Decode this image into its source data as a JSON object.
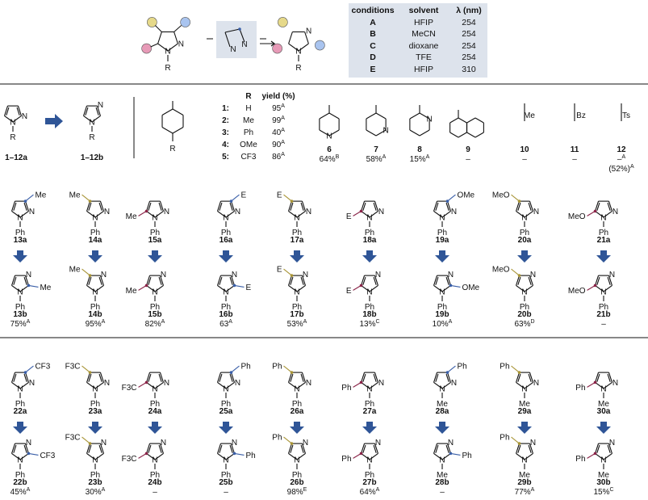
{
  "conditions": {
    "headers": [
      "conditions",
      "solvent",
      "λ (nm)"
    ],
    "rows": [
      [
        "A",
        "HFIP",
        "254"
      ],
      [
        "B",
        "MeCN",
        "254"
      ],
      [
        "C",
        "dioxane",
        "254"
      ],
      [
        "D",
        "TFE",
        "254"
      ],
      [
        "E",
        "HFIP",
        "310"
      ]
    ]
  },
  "scheme": {
    "substituent_R": "R",
    "N": "N",
    "general_start": "1–12a",
    "general_product": "1–12b"
  },
  "aryl_table": {
    "headers": [
      "R",
      "yield (%)"
    ],
    "rows": [
      {
        "num": "1:",
        "R": "H",
        "yield": "95",
        "cond": "A"
      },
      {
        "num": "2:",
        "R": "Me",
        "yield": "99",
        "cond": "A"
      },
      {
        "num": "3:",
        "R": "Ph",
        "yield": "40",
        "cond": "A"
      },
      {
        "num": "4:",
        "R": "OMe",
        "yield": "90",
        "cond": "A"
      },
      {
        "num": "5:",
        "R": "CF3",
        "yield": "86",
        "cond": "A"
      }
    ]
  },
  "hetero": [
    {
      "id": "6",
      "yield": "64%",
      "cond": "B"
    },
    {
      "id": "7",
      "yield": "58%",
      "cond": "A"
    },
    {
      "id": "8",
      "yield": "15%",
      "cond": "A"
    },
    {
      "id": "9",
      "yield": "–",
      "cond": ""
    },
    {
      "id": "10",
      "group": "Me",
      "yield": "–",
      "cond": ""
    },
    {
      "id": "11",
      "group": "Bz",
      "yield": "–",
      "cond": ""
    },
    {
      "id": "12",
      "group": "Ts",
      "yield": "–",
      "yield2": "(52%)",
      "cond": "A"
    }
  ],
  "row2": [
    {
      "a": "13a",
      "b": "13b",
      "sub": "Me",
      "pos": 3,
      "n_sub": "Ph",
      "yield": "75%",
      "cond": "A"
    },
    {
      "a": "14a",
      "b": "14b",
      "sub": "Me",
      "pos": 4,
      "n_sub": "Ph",
      "yield": "95%",
      "cond": "A"
    },
    {
      "a": "15a",
      "b": "15b",
      "sub": "Me",
      "pos": 5,
      "n_sub": "Ph",
      "yield": "82%",
      "cond": "A"
    },
    {
      "a": "16a",
      "b": "16b",
      "sub": "E",
      "pos": 3,
      "n_sub": "Ph",
      "yield": "63",
      "cond": "A"
    },
    {
      "a": "17a",
      "b": "17b",
      "sub": "E",
      "pos": 4,
      "n_sub": "Ph",
      "yield": "53%",
      "cond": "A"
    },
    {
      "a": "18a",
      "b": "18b",
      "sub": "E",
      "pos": 5,
      "n_sub": "Ph",
      "yield": "13%",
      "cond": "C"
    },
    {
      "a": "19a",
      "b": "19b",
      "sub": "OMe",
      "pos": 3,
      "n_sub": "Ph",
      "yield": "10%",
      "cond": "A"
    },
    {
      "a": "20a",
      "b": "20b",
      "sub": "MeO",
      "pos": 4,
      "n_sub": "Ph",
      "yield": "63%",
      "cond": "D"
    },
    {
      "a": "21a",
      "b": "21b",
      "sub": "MeO",
      "pos": 5,
      "n_sub": "Ph",
      "yield": "–",
      "cond": ""
    }
  ],
  "row3": [
    {
      "a": "22a",
      "b": "22b",
      "sub": "CF3",
      "pos": 3,
      "n_sub": "Ph",
      "yield": "45%",
      "cond": "A"
    },
    {
      "a": "23a",
      "b": "23b",
      "sub": "F3C",
      "pos": 4,
      "n_sub": "Ph",
      "yield": "30%",
      "cond": "A"
    },
    {
      "a": "24a",
      "b": "24b",
      "sub": "F3C",
      "pos": 5,
      "n_sub": "Ph",
      "yield": "–",
      "cond": ""
    },
    {
      "a": "25a",
      "b": "25b",
      "sub": "Ph",
      "pos": 3,
      "n_sub": "Ph",
      "yield": "–",
      "cond": ""
    },
    {
      "a": "26a",
      "b": "26b",
      "sub": "Ph",
      "pos": 4,
      "n_sub": "Ph",
      "yield": "98%",
      "cond": "E"
    },
    {
      "a": "27a",
      "b": "27b",
      "sub": "Ph",
      "pos": 5,
      "n_sub": "Ph",
      "yield": "64%",
      "cond": "A"
    },
    {
      "a": "28a",
      "b": "28b",
      "sub": "Ph",
      "pos": 3,
      "n_sub": "Me",
      "yield": "–",
      "cond": ""
    },
    {
      "a": "29a",
      "b": "29b",
      "sub": "Ph",
      "pos": 4,
      "n_sub": "Me",
      "yield": "77%",
      "cond": "A"
    },
    {
      "a": "30a",
      "b": "30b",
      "sub": "Ph",
      "pos": 5,
      "n_sub": "Me",
      "yield": "15%",
      "cond": "C"
    }
  ],
  "colors": {
    "pos3": "#3a5fa8",
    "pos4": "#a89436",
    "pos5": "#8a2448",
    "arrow": "#2f5597",
    "box": "#dde3ec",
    "circle_yellow": "#e6d98a",
    "circle_blue": "#a9c4ef",
    "circle_pink": "#e79ab7"
  }
}
